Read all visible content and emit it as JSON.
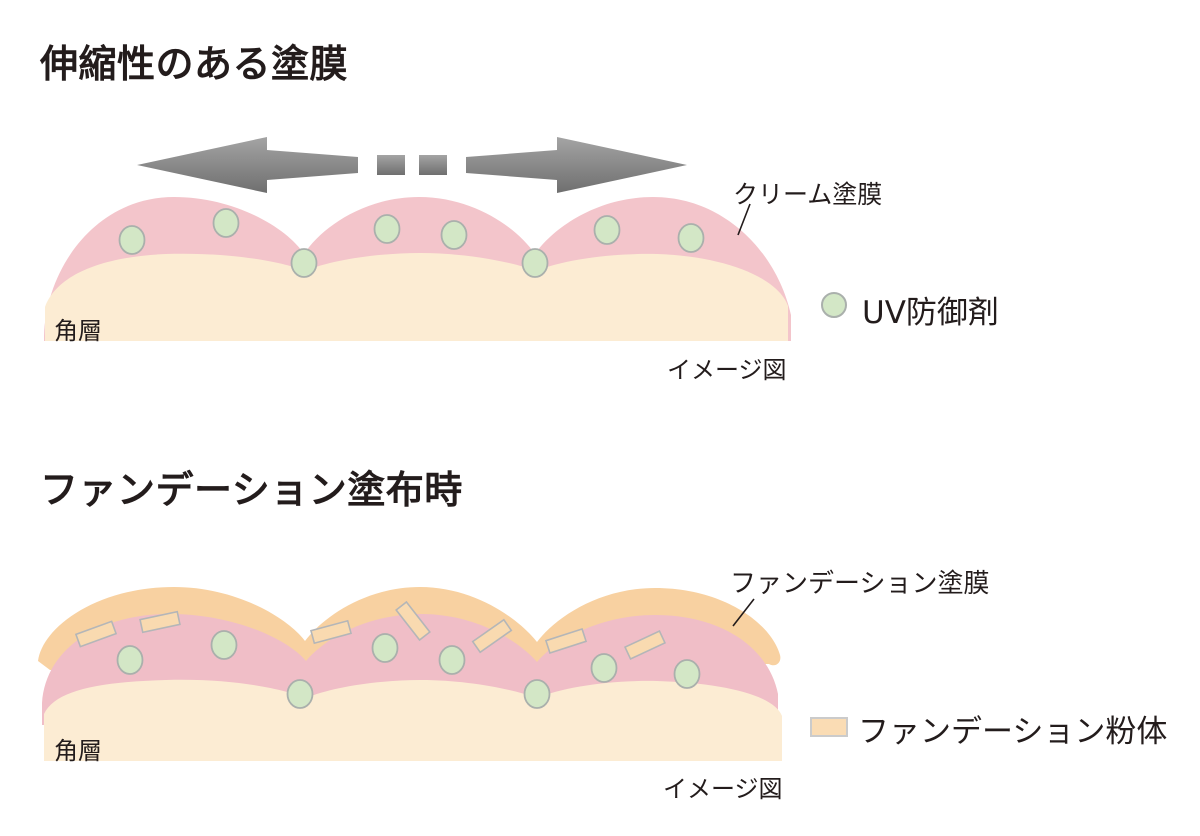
{
  "sections": [
    {
      "title": "伸縮性のある塗膜",
      "film_label": "クリーム塗膜",
      "layer_label": "角層",
      "note": "イメージ図",
      "legend": {
        "swatch": "green-circle",
        "label": "UV防御剤"
      }
    },
    {
      "title": "ファンデーション塗布時",
      "film_label": "ファンデーション塗膜",
      "layer_label": "角層",
      "note": "イメージ図",
      "legend": {
        "swatch": "orange-rect",
        "label": "ファンデーション粉体"
      }
    }
  ],
  "palette": {
    "background": "#ffffff",
    "text": "#231c1c",
    "pink_top": "#f3c5cb",
    "pink_bottom": "#f0bec7",
    "beige": "#fcecd3",
    "orange": "#f8d1a1",
    "uv_fill": "#d3e7c6",
    "uv_stroke": "#aab0ac",
    "powder_fill": "#f9dab0",
    "powder_stroke": "#b4b6b8",
    "legend_rect_fill": "#fadcb4",
    "legend_rect_stroke": "#cbcbcb",
    "arrow_light": "#a4a4a4",
    "arrow_dark": "#6f6f6f"
  }
}
